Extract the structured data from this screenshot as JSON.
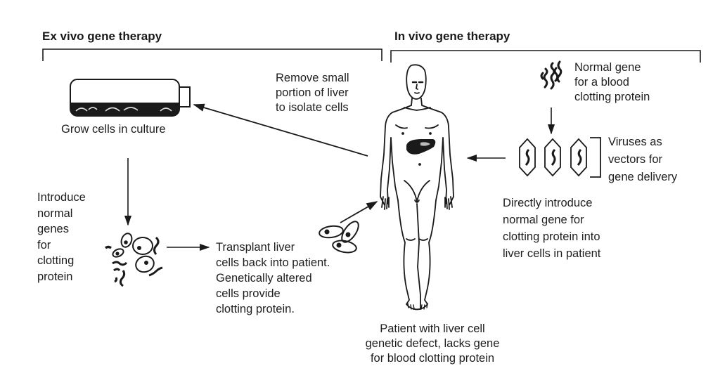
{
  "headers": {
    "ex_vivo": "Ex vivo gene therapy",
    "in_vivo": "In vivo gene therapy"
  },
  "labels": {
    "grow_cells": "Grow cells in culture",
    "remove_liver": [
      "Remove small",
      "portion of liver",
      "to isolate cells"
    ],
    "introduce_genes": [
      "Introduce",
      "normal",
      "genes",
      "for",
      "clotting",
      "protein"
    ],
    "transplant": [
      "Transplant liver",
      "cells back into patient.",
      "Genetically altered",
      "cells provide",
      "clotting protein."
    ],
    "patient": [
      "Patient with liver cell",
      "genetic defect, lacks gene",
      "for blood clotting protein"
    ],
    "normal_gene": [
      "Normal gene",
      "for a blood",
      "clotting protein"
    ],
    "viruses": [
      "Viruses as",
      "vectors for",
      "gene delivery"
    ],
    "directly_introduce": [
      "Directly introduce",
      "normal gene for",
      "clotting protein into",
      "liver cells in patient"
    ]
  },
  "icons": {
    "culture_flask": "culture-flask-icon",
    "human_figure": "human-figure-icon",
    "liver": "liver-icon",
    "genes": "gene-strands-icon",
    "viruses": "virus-vector-icon",
    "cells": "cell-icon"
  },
  "colors": {
    "ink": "#1a1a1a",
    "background": "#ffffff"
  }
}
